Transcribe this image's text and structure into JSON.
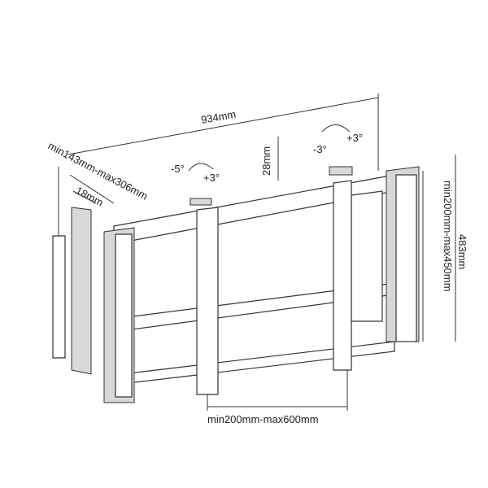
{
  "dimensions": {
    "width": "934mm",
    "depth_range": "min143mm-max306mm",
    "depth_step": "18mm",
    "left_tilt_minus": "-5°",
    "left_tilt_plus": "+3°",
    "height_adjust": "28mm",
    "right_tilt_minus": "-3°",
    "right_tilt_plus": "+3°",
    "vertical_vesa": "min200mm-max450mm",
    "height": "483mm",
    "horizontal_vesa": "min200mm-max600mm"
  }
}
